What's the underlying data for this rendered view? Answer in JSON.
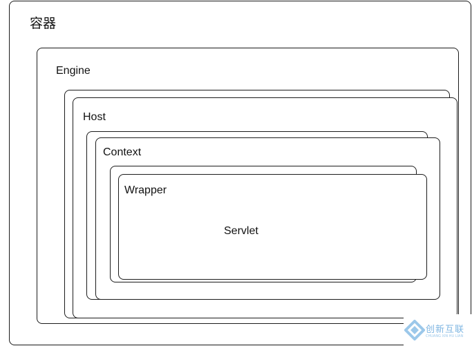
{
  "diagram": {
    "container_label": "容器",
    "engine_label": "Engine",
    "host_label": "Host",
    "context_label": "Context",
    "wrapper_label": "Wrapper",
    "servlet_label": "Servlet"
  },
  "watermark": {
    "brand_text": "创新互联",
    "brand_sub": "CHUANG XIN HU LIAN"
  },
  "colors": {
    "stroke": "#1a1a1a",
    "watermark_blue": "#9cc8ea"
  }
}
